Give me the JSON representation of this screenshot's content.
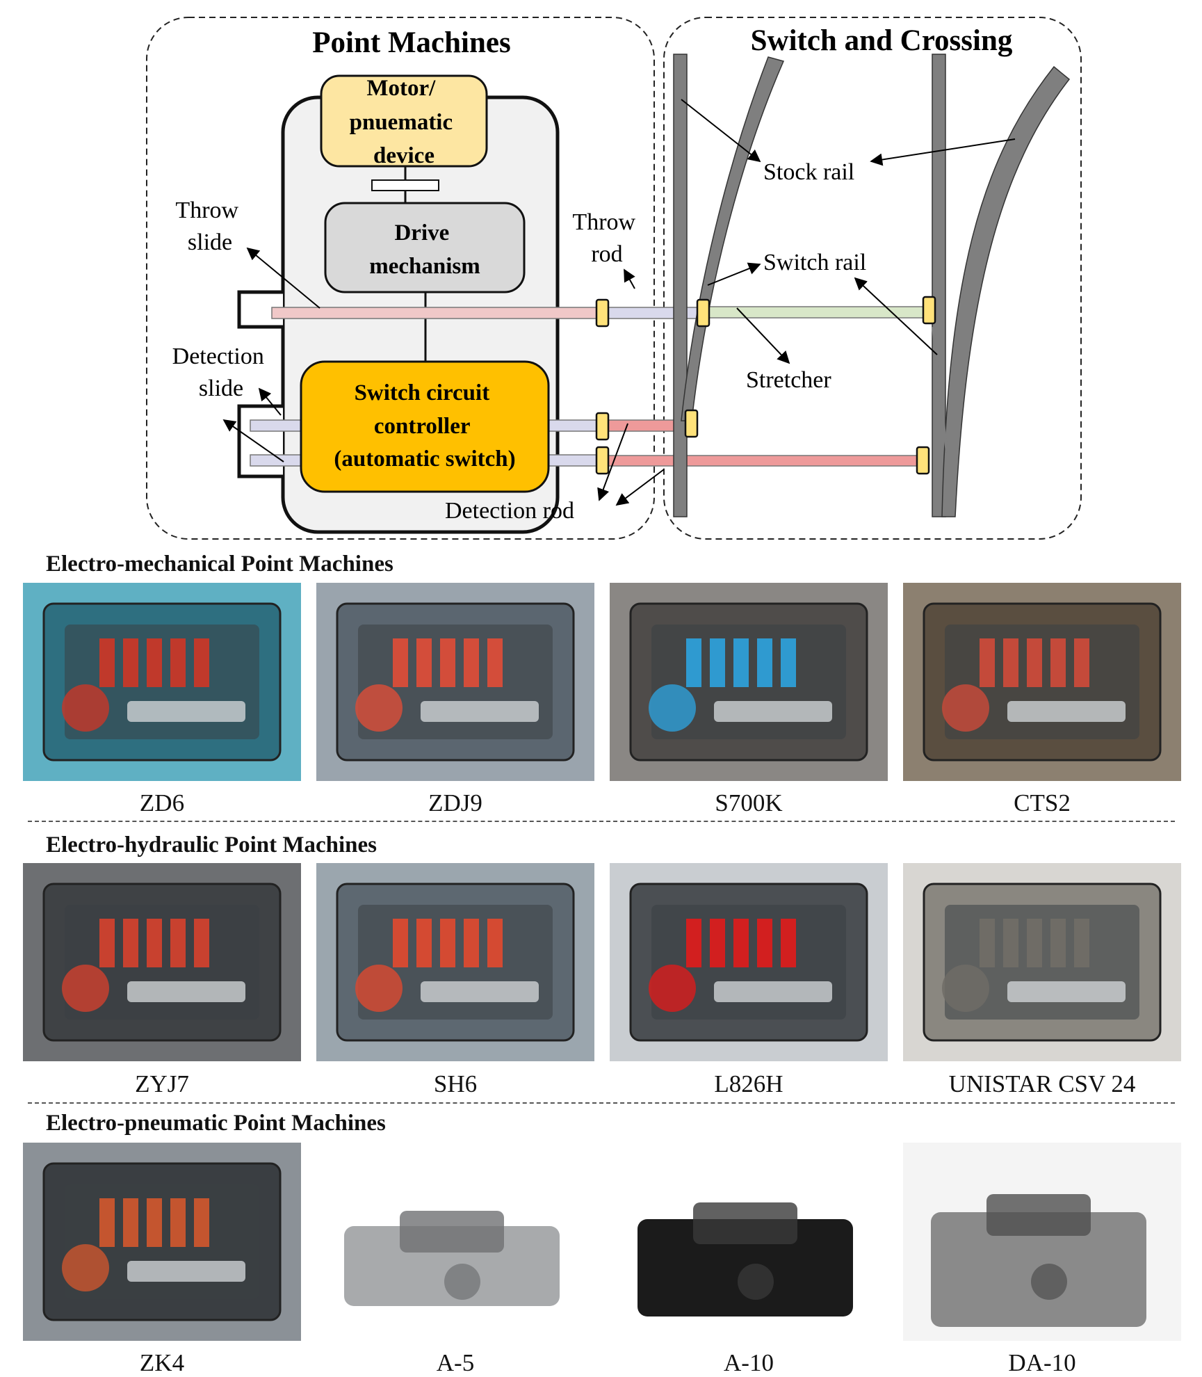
{
  "top_diagram": {
    "point_machines_title": "Point Machines",
    "switch_crossing_title": "Switch and Crossing",
    "motor_label": [
      "Motor/",
      "pnuematic",
      "device"
    ],
    "drive_label": [
      "Drive",
      "mechanism"
    ],
    "controller_label": [
      "Switch circuit",
      "controller",
      "(automatic switch)"
    ],
    "throw_slide": [
      "Throw",
      "slide"
    ],
    "detection_slide": [
      "Detection",
      "slide"
    ],
    "throw_rod": [
      "Throw",
      "rod"
    ],
    "detection_rod": "Detection rod",
    "stock_rail": "Stock rail",
    "switch_rail": "Switch rail",
    "stretcher": "Stretcher"
  },
  "sections": [
    {
      "title": "Electro-mechanical Point Machines",
      "machines": [
        {
          "name": "ZD6",
          "icon": "zd6-machine-photo"
        },
        {
          "name": "ZDJ9",
          "icon": "zdj9-machine-photo"
        },
        {
          "name": "S700K",
          "icon": "s700k-machine-photo"
        },
        {
          "name": "CTS2",
          "icon": "cts2-machine-photo"
        }
      ]
    },
    {
      "title": "Electro-hydraulic Point Machines",
      "machines": [
        {
          "name": "ZYJ7",
          "icon": "zyj7-machine-photo"
        },
        {
          "name": "SH6",
          "icon": "sh6-machine-photo"
        },
        {
          "name": "L826H",
          "icon": "l826h-machine-photo"
        },
        {
          "name": "UNISTAR CSV 24",
          "icon": "unistar-csv-24-machine-photo"
        }
      ]
    },
    {
      "title": "Electro-pneumatic Point Machines",
      "machines": [
        {
          "name": "ZK4",
          "icon": "zk4-machine-photo"
        },
        {
          "name": "A-5",
          "icon": "a5-machine-photo"
        },
        {
          "name": "A-10",
          "icon": "a10-machine-photo"
        },
        {
          "name": "DA-10",
          "icon": "da10-machine-photo"
        }
      ]
    }
  ],
  "colors": {
    "motor_fill": "#fde6a2",
    "controller_fill": "#ffc000",
    "drive_fill": "#d9d9d9",
    "housing_fill": "#f1f1f1",
    "rail_fill": "#7f7f7f",
    "throw_slide_fill": "#f0c8c8",
    "detection_slide_fill": "#d9d9ec",
    "stretcher_fill": "#d8e7c8",
    "clamp_fill": "#ffe27a",
    "detection_rod_fill": "#ee9a9a"
  }
}
